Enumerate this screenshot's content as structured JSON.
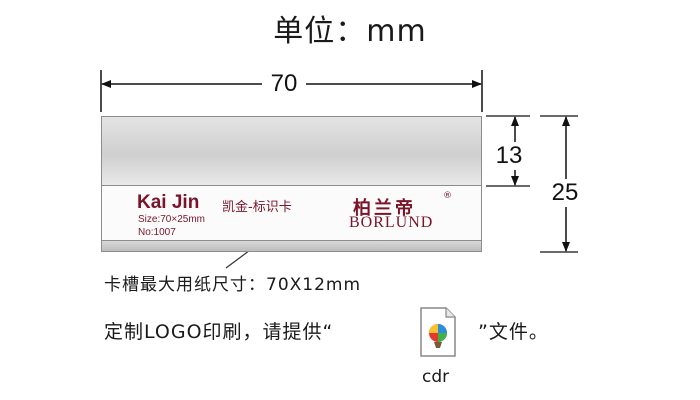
{
  "title": "单位：mm",
  "dimensions": {
    "width": "70",
    "slot_height": "13",
    "total_height": "25"
  },
  "card": {
    "brand_en": "Kai Jin",
    "brand_sub": "凯金-标识卡",
    "size_text": "Size:70×25mm",
    "no_text": "No:1007",
    "logo_cn": "柏兰帝",
    "logo_reg": "®",
    "logo_en": "BORLUND"
  },
  "slot_caption": "卡槽最大用纸尺寸：70X12mm",
  "logo_line": {
    "before": "定制LOGO印刷，请提供“",
    "after": "”文件。"
  },
  "file": {
    "label": "cdr",
    "icon": "coreldraw-file-icon"
  }
}
